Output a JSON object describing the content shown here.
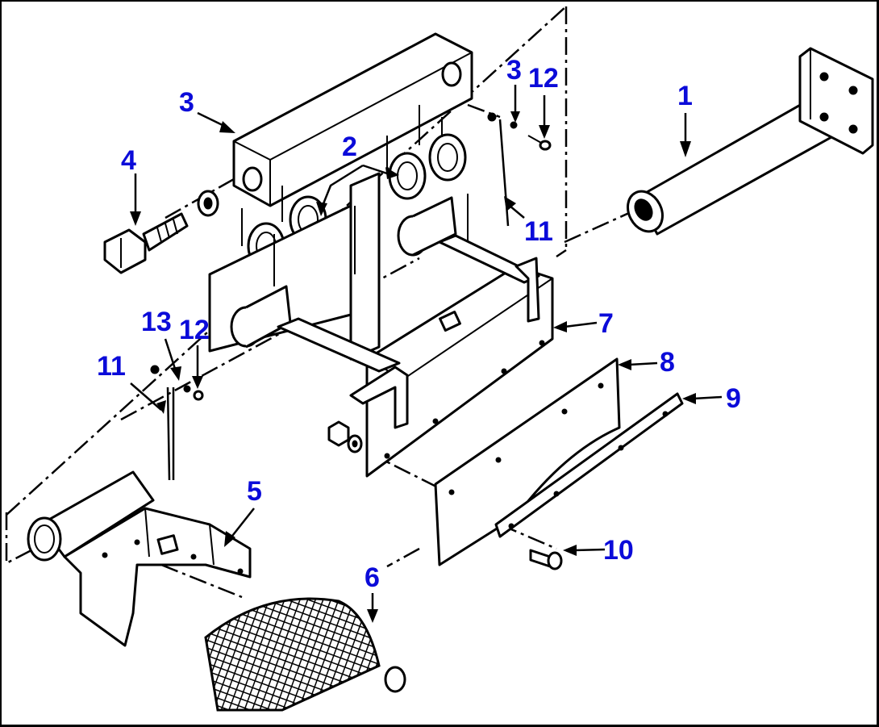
{
  "callouts": {
    "c1": "1",
    "c2": "2",
    "c3a": "3",
    "c3b": "3",
    "c4": "4",
    "c5": "5",
    "c6": "6",
    "c7": "7",
    "c8": "8",
    "c9": "9",
    "c10": "10",
    "c11a": "11",
    "c11b": "11",
    "c12a": "12",
    "c12b": "12",
    "c13": "13"
  },
  "colors": {
    "callout": "#0b0bd9",
    "line": "#000000",
    "background": "#ffffff"
  }
}
